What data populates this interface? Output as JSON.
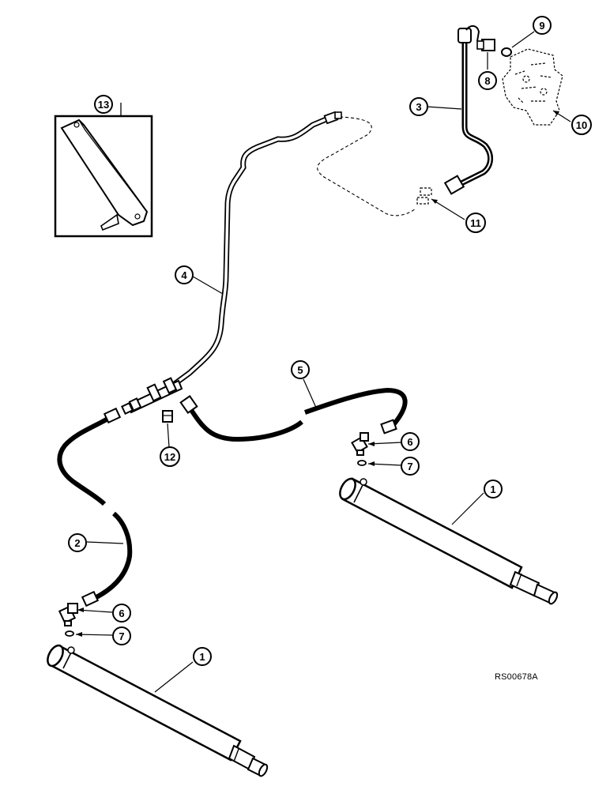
{
  "diagram": {
    "reference_code": "RS00678A",
    "callouts": [
      {
        "id": "c13",
        "label": "13"
      },
      {
        "id": "c9",
        "label": "9"
      },
      {
        "id": "c3",
        "label": "3"
      },
      {
        "id": "c8",
        "label": "8"
      },
      {
        "id": "c10",
        "label": "10"
      },
      {
        "id": "c11",
        "label": "11"
      },
      {
        "id": "c4",
        "label": "4"
      },
      {
        "id": "c5",
        "label": "5"
      },
      {
        "id": "c12",
        "label": "12"
      },
      {
        "id": "c6a",
        "label": "6"
      },
      {
        "id": "c7a",
        "label": "7"
      },
      {
        "id": "c1a",
        "label": "1"
      },
      {
        "id": "c2",
        "label": "2"
      },
      {
        "id": "c6b",
        "label": "6"
      },
      {
        "id": "c7b",
        "label": "7"
      },
      {
        "id": "c1b",
        "label": "1"
      }
    ]
  }
}
